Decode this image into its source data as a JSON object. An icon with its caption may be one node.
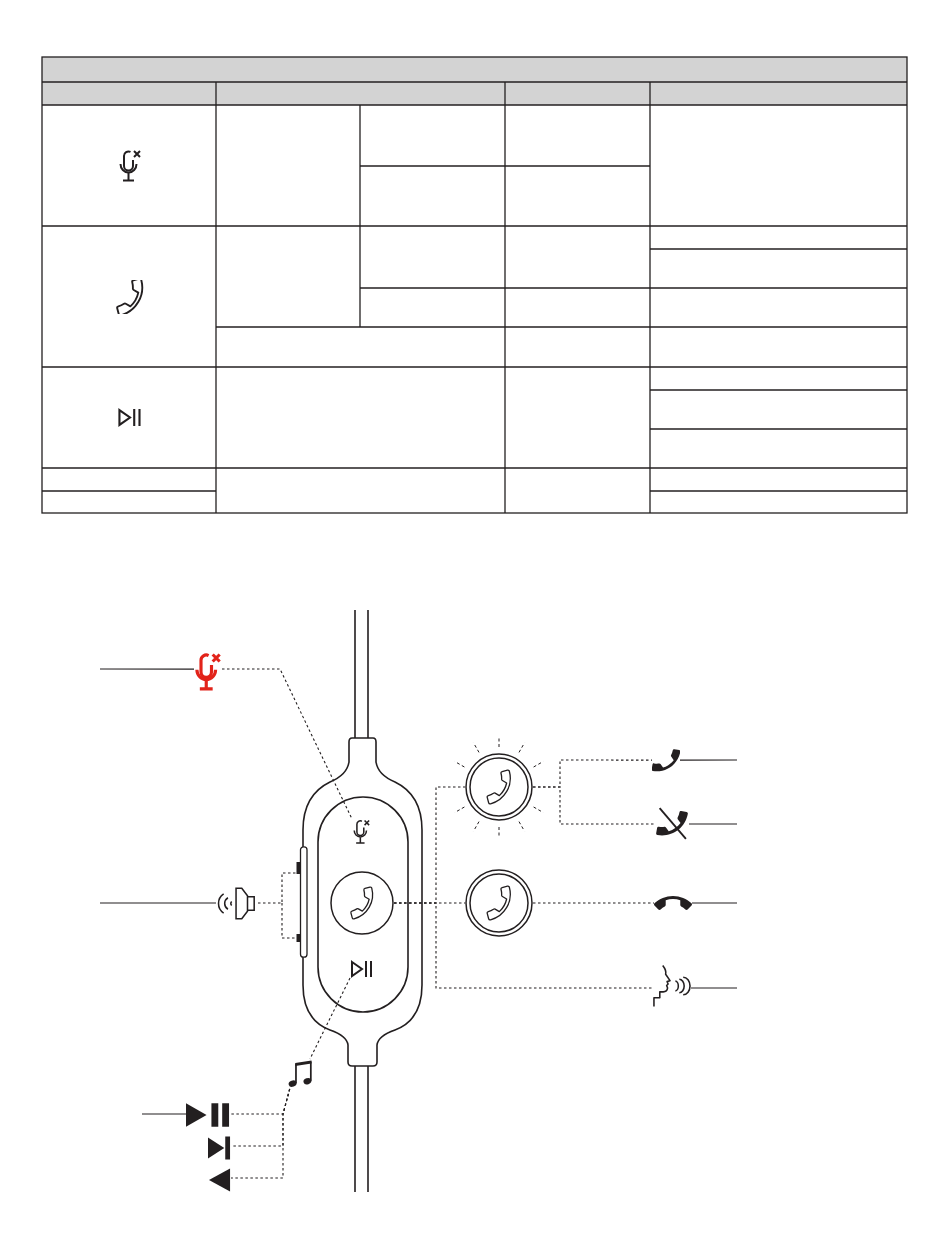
{
  "diagram": {
    "nodes": [
      {
        "text": [],
        "shape": "picture"
      },
      {
        "text": [],
        "shape": "picture"
      },
      {
        "text": [],
        "shape": "circle"
      },
      {
        "text": [],
        "shape": "picture"
      },
      {
        "text": [],
        "shape": "picture"
      },
      {
        "text": [],
        "shape": "picture"
      },
      {
        "text": [],
        "shape": "bar"
      },
      {
        "text": [],
        "shape": "circle"
      },
      {
        "text": [],
        "shape": "circle"
      },
      {
        "text": [],
        "shape": "picture"
      },
      {
        "text": [],
        "shape": "picture"
      },
      {
        "text": [],
        "shape": "picture"
      },
      {
        "text": [],
        "shape": "picture"
      },
      {
        "text": [],
        "shape": "picture"
      },
      {
        "text": [],
        "shape": "picture"
      },
      {
        "text": [],
        "shape": "picture"
      }
    ],
    "edges": [
      {
        "from": 0,
        "to": 1,
        "arrow": "none",
        "style": "dashed"
      },
      {
        "from": 2,
        "to": 3,
        "arrow": "none",
        "style": "dashed"
      },
      {
        "from": 2,
        "to": 4,
        "arrow": "none",
        "style": "dashed"
      },
      {
        "from": 5,
        "to": 6,
        "arrow": "none",
        "style": "dashed"
      },
      {
        "from": 7,
        "to": 2,
        "arrow": "none",
        "style": "dashed"
      },
      {
        "from": 7,
        "to": 8,
        "arrow": "none",
        "style": "dashed"
      },
      {
        "from": 7,
        "to": 11,
        "arrow": "none",
        "style": "dashed"
      },
      {
        "from": 8,
        "to": 9,
        "arrow": "none",
        "style": "dashed"
      },
      {
        "from": 10,
        "to": 12,
        "arrow": "none",
        "style": "dashed"
      },
      {
        "from": 12,
        "to": 13,
        "arrow": "none",
        "style": "dashed"
      },
      {
        "from": 12,
        "to": 14,
        "arrow": "none",
        "style": "dashed"
      },
      {
        "from": 12,
        "to": 15,
        "arrow": "none",
        "style": "dashed"
      },
      {
        "from": 0,
        "to": null,
        "arrow": "none"
      },
      {
        "from": 5,
        "to": null,
        "arrow": "none"
      },
      {
        "from": 13,
        "to": null,
        "arrow": "none"
      },
      {
        "from": 3,
        "to": null,
        "arrow": "none"
      },
      {
        "from": 4,
        "to": null,
        "arrow": "none"
      },
      {
        "from": 9,
        "to": null,
        "arrow": "none"
      },
      {
        "from": 11,
        "to": null,
        "arrow": "none"
      }
    ]
  }
}
